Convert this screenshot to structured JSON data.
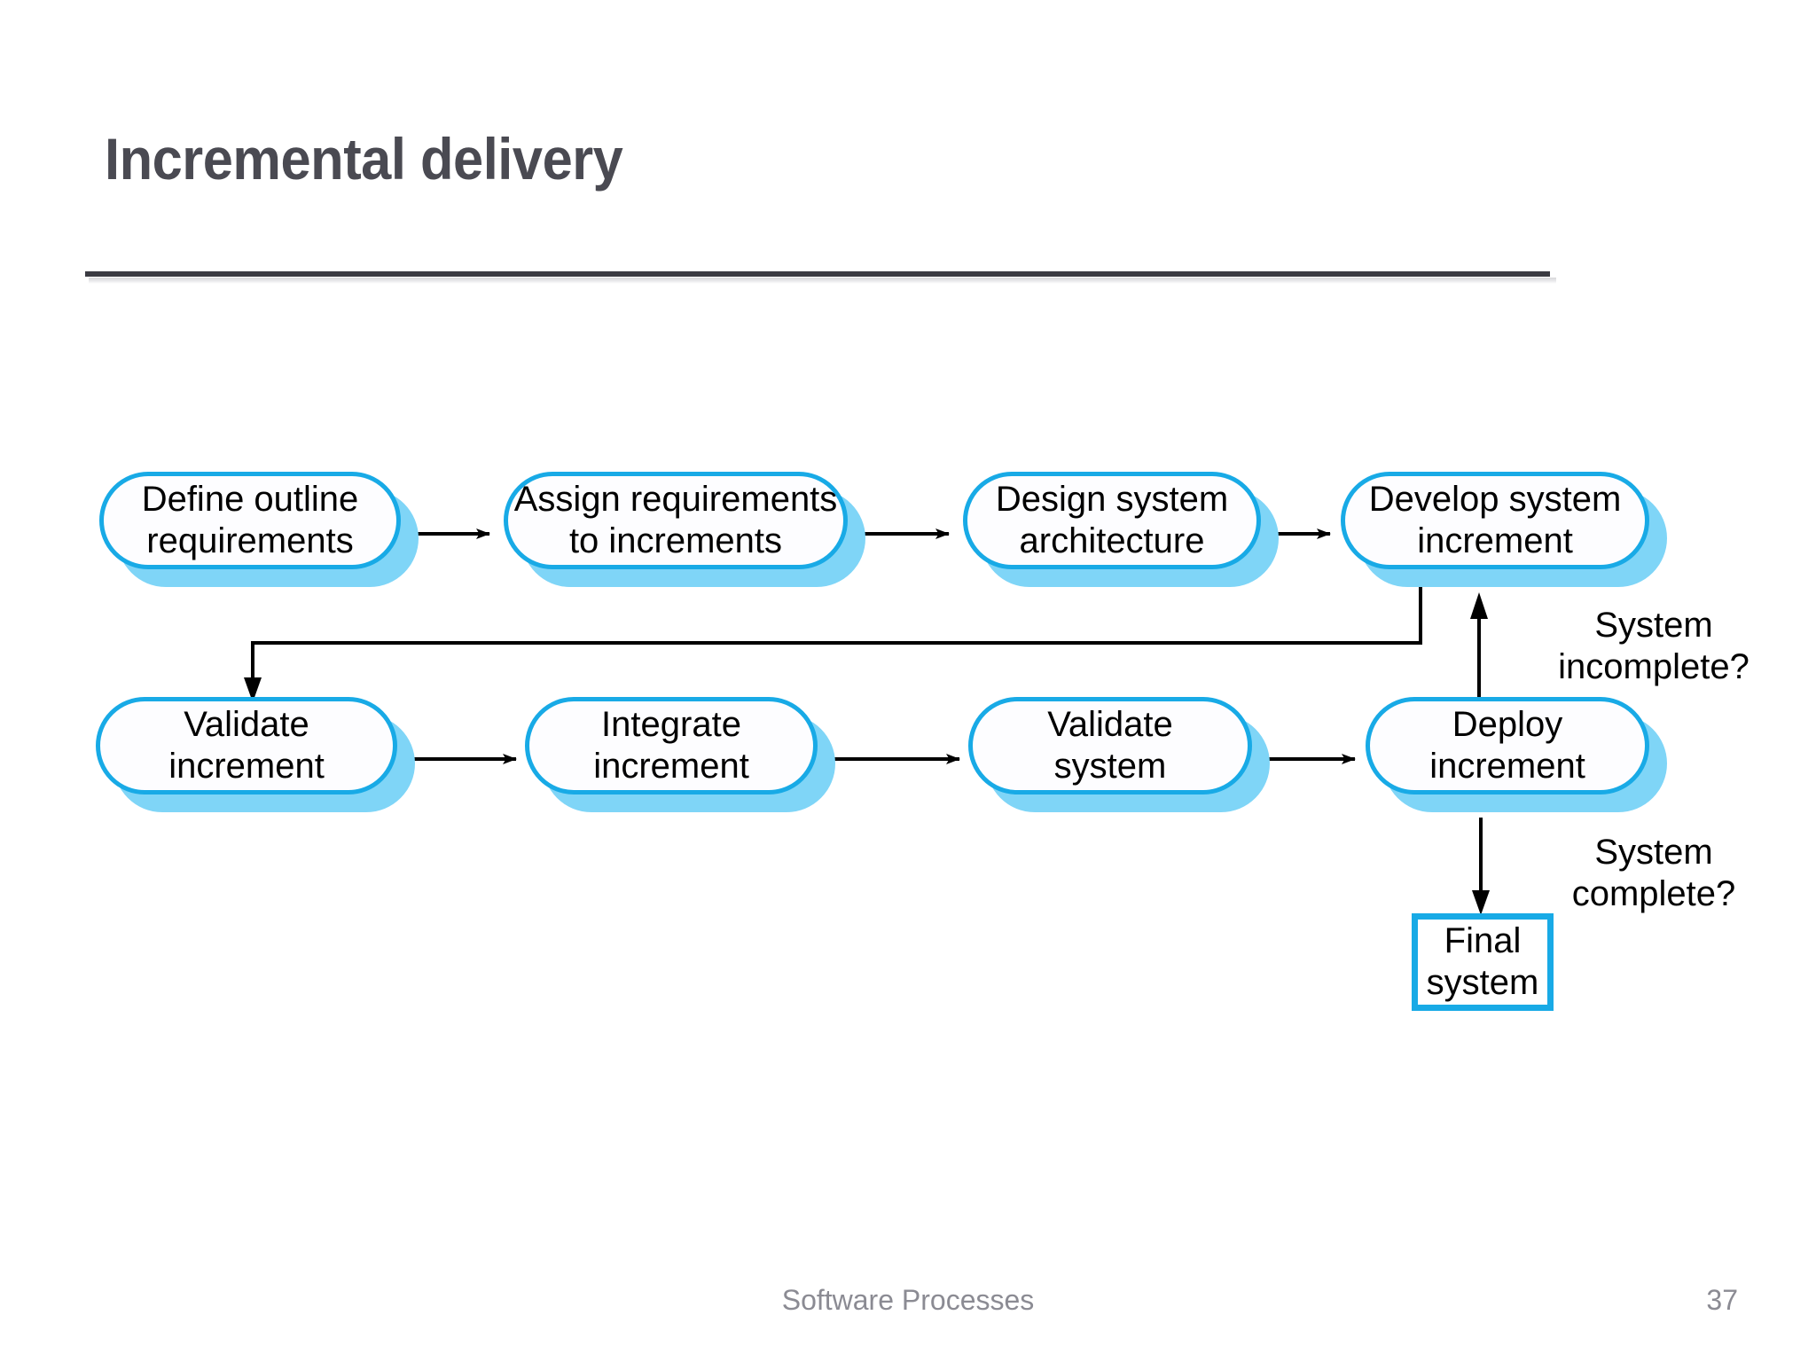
{
  "slide": {
    "title": "Incremental delivery",
    "footer_title": "Software Processes",
    "page_number": "37"
  },
  "colors": {
    "node_border": "#18aae6",
    "node_shadow": "#7fd5f7",
    "node_fill": "#fdfdff",
    "title_text": "#4a4a52",
    "rule": "#3b3b42",
    "footer_text": "#8b8b93",
    "edge": "#000000"
  },
  "chart_data": {
    "type": "diagram",
    "title": "Incremental delivery",
    "nodes": [
      {
        "id": "define-outline-requirements",
        "label": "Define outline\nrequirements",
        "shape": "pill",
        "row": 1,
        "col": 1
      },
      {
        "id": "assign-requirements-to-increments",
        "label": "Assign requirements\nto increments",
        "shape": "pill",
        "row": 1,
        "col": 2
      },
      {
        "id": "design-system-architecture",
        "label": "Design system\narchitecture",
        "shape": "pill",
        "row": 1,
        "col": 3
      },
      {
        "id": "develop-system-increment",
        "label": "Develop system\nincrement",
        "shape": "pill",
        "row": 1,
        "col": 4
      },
      {
        "id": "validate-increment",
        "label": "Validate\nincrement",
        "shape": "pill",
        "row": 2,
        "col": 1
      },
      {
        "id": "integrate-increment",
        "label": "Integrate\nincrement",
        "shape": "pill",
        "row": 2,
        "col": 2
      },
      {
        "id": "validate-system",
        "label": "Validate\nsystem",
        "shape": "pill",
        "row": 2,
        "col": 3
      },
      {
        "id": "deploy-increment",
        "label": "Deploy\nincrement",
        "shape": "pill",
        "row": 2,
        "col": 4
      },
      {
        "id": "final-system",
        "label": "Final\nsystem",
        "shape": "rect",
        "row": 3,
        "col": 4
      }
    ],
    "edges": [
      {
        "from": "define-outline-requirements",
        "to": "assign-requirements-to-increments",
        "label": ""
      },
      {
        "from": "assign-requirements-to-increments",
        "to": "design-system-architecture",
        "label": ""
      },
      {
        "from": "design-system-architecture",
        "to": "develop-system-increment",
        "label": ""
      },
      {
        "from": "develop-system-increment",
        "to": "validate-increment",
        "label": ""
      },
      {
        "from": "validate-increment",
        "to": "integrate-increment",
        "label": ""
      },
      {
        "from": "integrate-increment",
        "to": "validate-system",
        "label": ""
      },
      {
        "from": "validate-system",
        "to": "deploy-increment",
        "label": ""
      },
      {
        "from": "deploy-increment",
        "to": "develop-system-increment",
        "label": "System incomplete?"
      },
      {
        "from": "deploy-increment",
        "to": "final-system",
        "label": "System complete?"
      }
    ]
  },
  "nodes": {
    "n1": {
      "label": "Define outline\nrequirements"
    },
    "n2": {
      "label": "Assign requirements\nto increments"
    },
    "n3": {
      "label": "Design system\narchitecture"
    },
    "n4": {
      "label": "Develop system\nincrement"
    },
    "n5": {
      "label": "Validate\nincrement"
    },
    "n6": {
      "label": "Integrate\nincrement"
    },
    "n7": {
      "label": "Validate\nsystem"
    },
    "n8": {
      "label": "Deploy\nincrement"
    },
    "n9": {
      "label": "Final\nsystem"
    }
  },
  "labels": {
    "system_incomplete": "System\nincomplete?",
    "system_complete": "System\ncomplete?"
  }
}
